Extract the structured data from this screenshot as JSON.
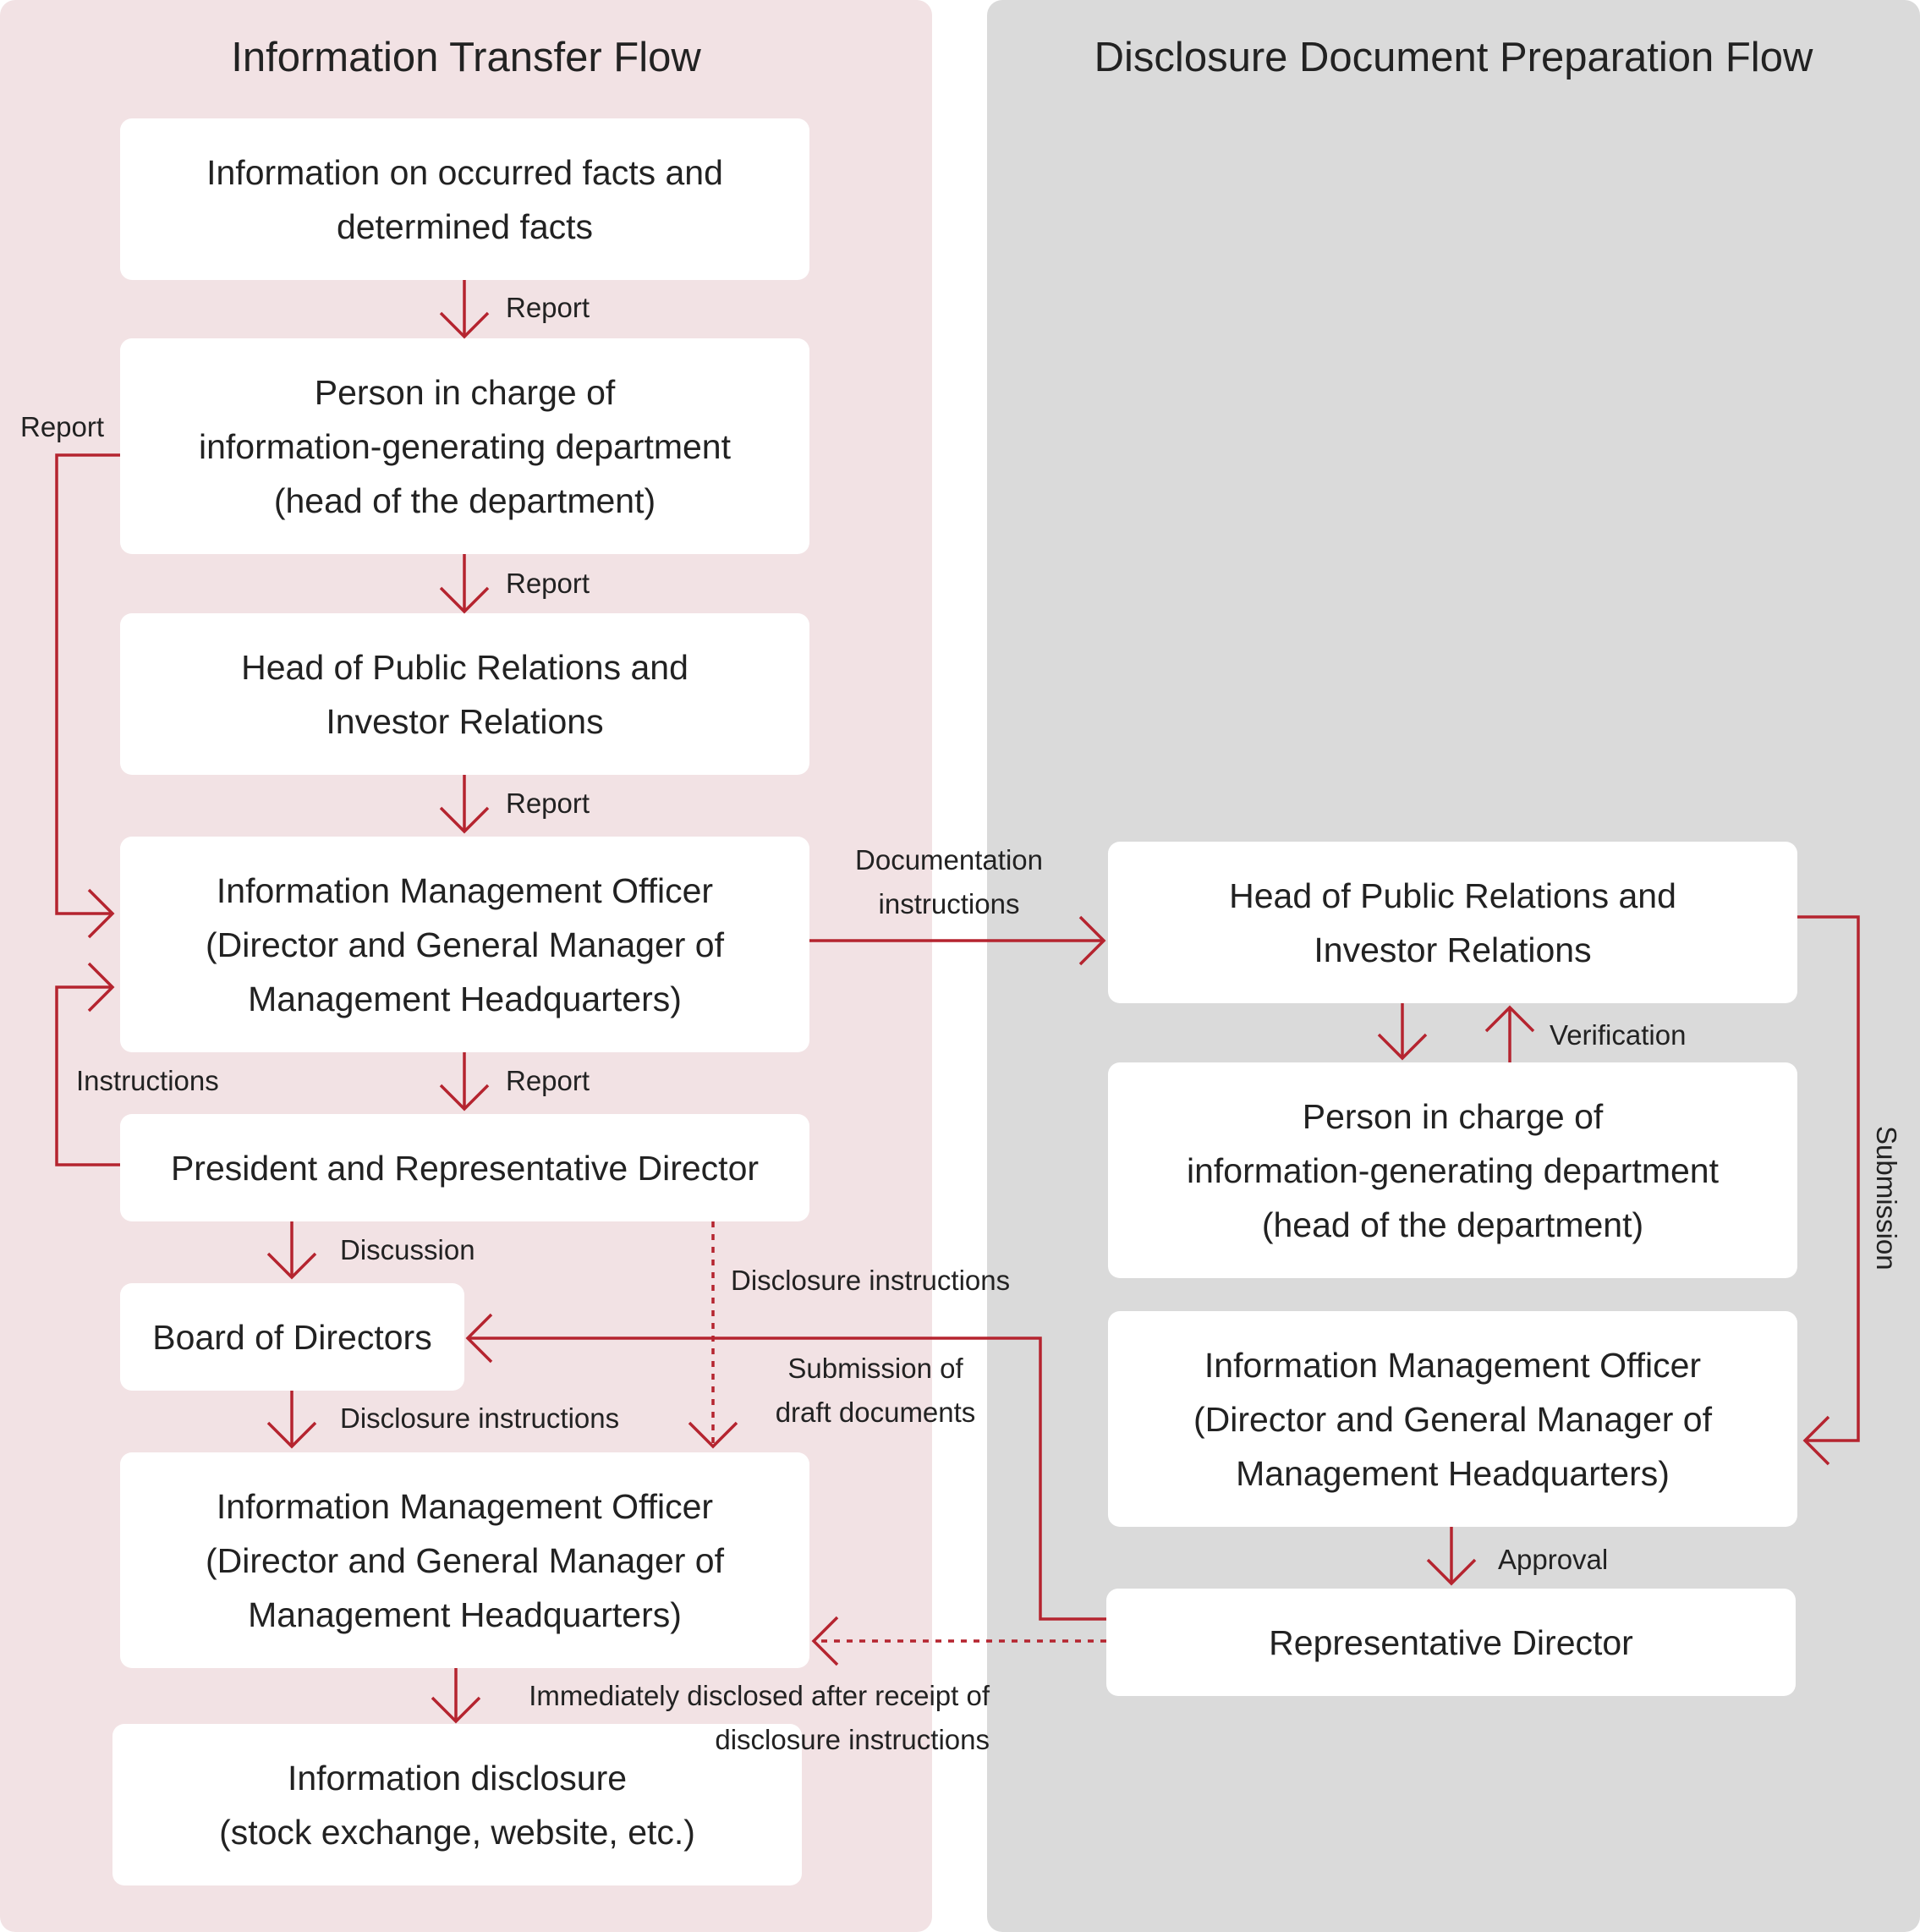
{
  "colors": {
    "left_panel_bg": "#f2e2e4",
    "right_panel_bg": "#dadada",
    "arrow": "#b5242f",
    "box_bg": "#ffffff",
    "text": "#222222"
  },
  "left_flow": {
    "title": "Information Transfer Flow",
    "boxes": {
      "facts": "Information on occurred facts and\ndetermined facts",
      "dept_head": "Person in charge of\ninformation-generating department\n(head of the department)",
      "pr_ir": "Head of Public Relations and\nInvestor Relations",
      "imo": "Information Management Officer\n(Director and General Manager of\nManagement Headquarters)",
      "president": "President and Representative Director",
      "board": "Board of Directors",
      "imo2": "Information Management Officer\n(Director and General Manager of\nManagement Headquarters)",
      "disclosure": "Information disclosure\n(stock exchange, website, etc.)"
    },
    "labels": {
      "report_1": "Report",
      "report_2": "Report",
      "report_3": "Report",
      "report_4": "Report",
      "report_side": "Report",
      "instructions": "Instructions",
      "discussion": "Discussion",
      "disclosure_instructions_board": "Disclosure instructions",
      "disclosure_instructions_dotted": "Disclosure instructions",
      "immediately": "Immediately disclosed after receipt of\ndisclosure instructions"
    }
  },
  "right_flow": {
    "title": "Disclosure Document Preparation Flow",
    "boxes": {
      "pr_ir": "Head of Public Relations and\nInvestor Relations",
      "dept_head": "Person in charge of\ninformation-generating department\n(head of the department)",
      "imo": "Information Management Officer\n(Director and General Manager of\nManagement Headquarters)",
      "rep_director": "Representative Director"
    },
    "labels": {
      "verification": "Verification",
      "submission": "Submission",
      "approval": "Approval"
    }
  },
  "cross_labels": {
    "documentation_instructions": "Documentation\ninstructions",
    "submission_of_drafts": "Submission of\ndraft documents"
  }
}
